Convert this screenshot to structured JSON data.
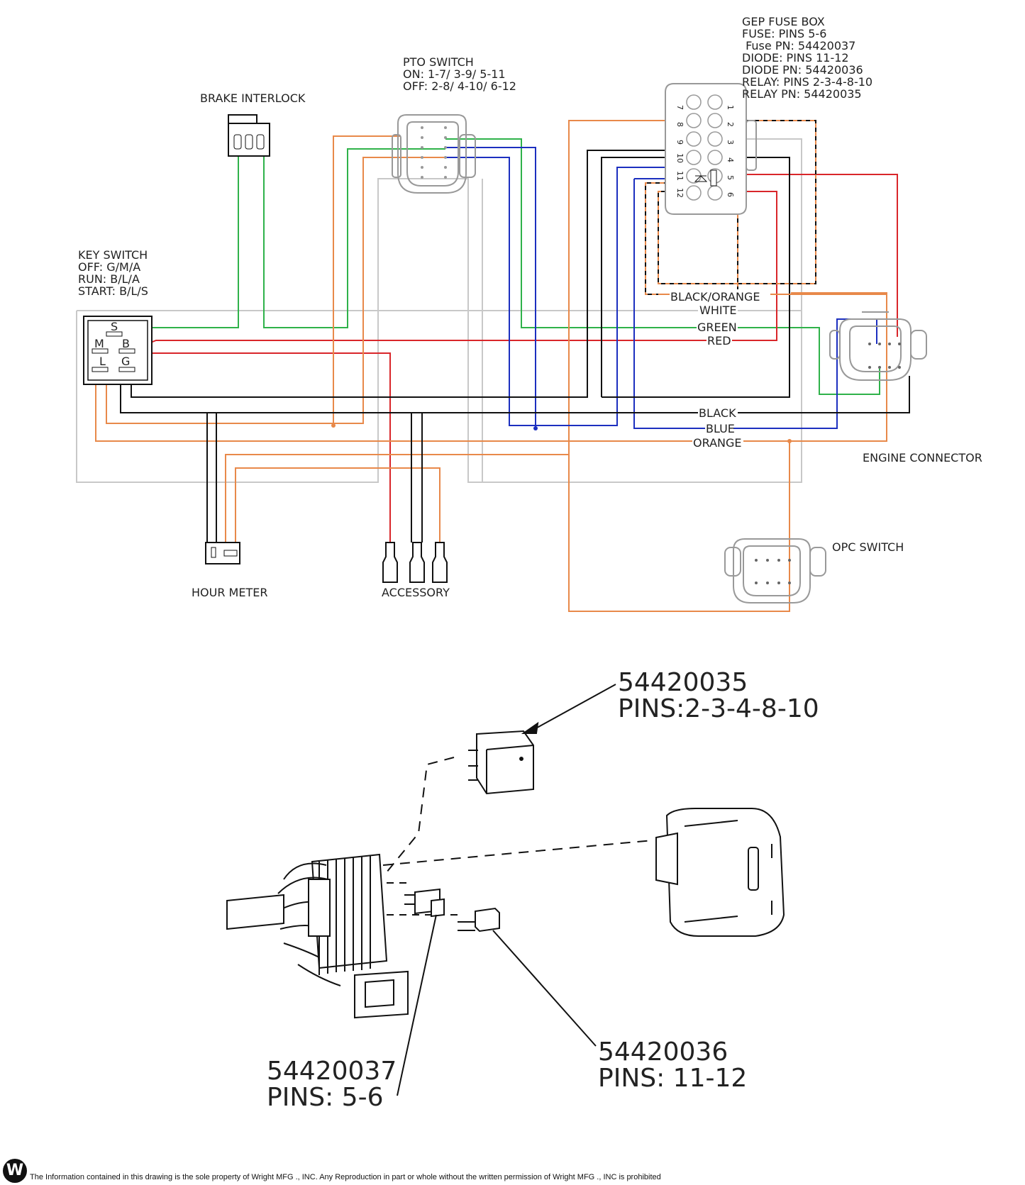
{
  "labels": {
    "gep_fuse_box": [
      "GEP FUSE BOX",
      "FUSE: PINS 5-6",
      " Fuse PN: 54420037",
      "DIODE: PINS 11-12",
      "DIODE PN: 54420036",
      "RELAY: PINS 2-3-4-8-10",
      "RELAY PN: 54420035"
    ],
    "pto_switch": [
      "PTO SWITCH",
      "ON: 1-7/ 3-9/ 5-11",
      "OFF: 2-8/ 4-10/ 6-12"
    ],
    "brake_interlock": "BRAKE INTERLOCK",
    "key_switch": [
      "KEY SWITCH",
      "OFF: G/M/A",
      "RUN: B/L/A",
      "START: B/L/S"
    ],
    "engine_connector": "ENGINE CONNECTOR",
    "opc_switch": "OPC SWITCH",
    "hour_meter": "HOUR METER",
    "accessory": "ACCESSORY"
  },
  "key_terminals": [
    "S",
    "M",
    "B",
    "L",
    "G"
  ],
  "fuse_box_pins": [
    "1",
    "2",
    "3",
    "4",
    "5",
    "6",
    "7",
    "8",
    "9",
    "10",
    "11",
    "12"
  ],
  "wire_labels": [
    "BLACK/ORANGE",
    "WHITE",
    "GREEN",
    "RED",
    "BLACK",
    "BLUE",
    "ORANGE"
  ],
  "wire_colors": {
    "black": "#111111",
    "orange": "#e8894a",
    "green": "#2fb24a",
    "red": "#d9262a",
    "blue": "#1c2fbf",
    "white": "#c8c8c8"
  },
  "parts": {
    "relay": [
      "54420035",
      "PINS:2-3-4-8-10"
    ],
    "fuse": [
      "54420037",
      "PINS: 5-6"
    ],
    "diode": [
      "54420036",
      "PINS: 11-12"
    ]
  },
  "logo_text": "W",
  "footer": "The Information contained in this drawing is the sole property of Wright MFG ., INC. Any Reproduction in part or whole without the written permission of Wright MFG ., INC is prohibited"
}
